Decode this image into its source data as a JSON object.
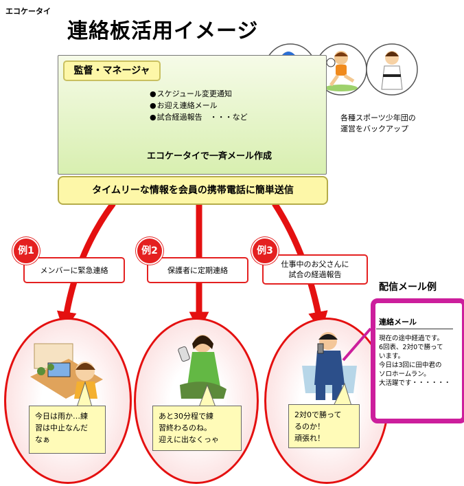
{
  "brand": "エコケータイ",
  "title": "連絡板活用イメージ",
  "manager": {
    "label": "監督・マネージャ",
    "bullets": [
      "スケジュール変更通知",
      "お迎え連絡メール",
      "試合経過報告　・・・など"
    ],
    "compose": "エコケータイで一斉メール作成"
  },
  "banner": "タイムリーな情報を会員の携帯電話に簡単送信",
  "support": [
    "各種スポーツ少年団の",
    "運営をバックアップ"
  ],
  "examples": [
    {
      "badge": "例1",
      "label": [
        "メンバーに緊急連絡"
      ],
      "bubble": [
        "今日は雨か…練",
        "習は中止なんだ",
        "なぁ"
      ]
    },
    {
      "badge": "例2",
      "label": [
        "保護者に定期連絡"
      ],
      "bubble": [
        "あと30分程で練",
        "習終わるのね。",
        "迎えに出なくっゃ"
      ]
    },
    {
      "badge": "例3",
      "label": [
        "仕事中のお父さんに",
        "試合の経過報告"
      ],
      "bubble": [
        "2対0で勝って",
        "るのか！",
        "頑張れ！"
      ]
    }
  ],
  "mail": {
    "title": "配信メール例",
    "header": "連絡メール",
    "body": [
      "現在の途中経過です。",
      "6回表、2対0で勝って",
      "います。",
      "今日は3回に田中君の",
      "ソロホームラン。",
      "大活躍です・・・・・・"
    ]
  },
  "colors": {
    "accent_red": "#e42020",
    "panel_green": "#d8efb0",
    "banner_yellow": "#fdf7a8",
    "mail_magenta": "#cc1e9c"
  }
}
